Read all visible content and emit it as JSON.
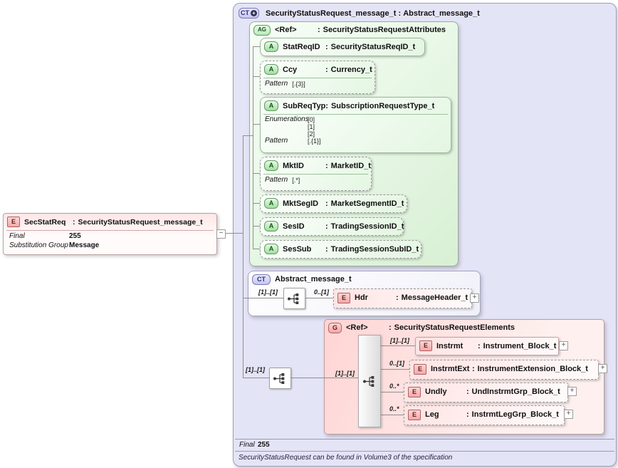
{
  "ui": {
    "colon": ":",
    "collapse_glyph": "−",
    "expand_glyph": "+",
    "plus_glyph": "+"
  },
  "badges": {
    "element": "E",
    "attribute": "A",
    "attribute_group": "AG",
    "complex_type": "CT",
    "group": "G"
  },
  "root_element": {
    "name": "SecStatReq",
    "type": "SecurityStatusRequest_message_t",
    "rows": [
      {
        "label": "Final",
        "value": "255"
      },
      {
        "label": "Substitution Group",
        "value": "Message"
      }
    ]
  },
  "complex_type": {
    "name": "SecurityStatusRequest_message_t",
    "base": "Abstract_message_t",
    "attribute_group": {
      "ref": "<Ref>",
      "type": "SecurityStatusRequestAttributes",
      "attributes": [
        {
          "name": "StatReqID",
          "type": "SecurityStatusReqID_t"
        },
        {
          "name": "Ccy",
          "type": "Currency_t",
          "pattern_label": "Pattern",
          "pattern": "[.{3}]"
        },
        {
          "name": "SubReqTyp",
          "type": "SubscriptionRequestType_t",
          "enum_label": "Enumerations",
          "enums": [
            "[0]",
            "[1]",
            "[2]"
          ],
          "pattern_label": "Pattern",
          "pattern": "[.{1}]"
        },
        {
          "name": "MktID",
          "type": "MarketID_t",
          "pattern_label": "Pattern",
          "pattern": "[.*]"
        },
        {
          "name": "MktSegID",
          "type": "MarketSegmentID_t"
        },
        {
          "name": "SesID",
          "type": "TradingSessionID_t"
        },
        {
          "name": "SesSub",
          "type": "TradingSessionSubID_t"
        }
      ]
    },
    "base_model": {
      "name": "Abstract_message_t",
      "cardinality": "[1]..[1]",
      "child": {
        "cardinality": "0..[1]",
        "name": "Hdr",
        "type": "MessageHeader_t"
      }
    },
    "elements_group": {
      "outer_cardinality": "[1]..[1]",
      "inner_cardinality": "[1]..[1]",
      "ref": "<Ref>",
      "type": "SecurityStatusRequestElements",
      "children": [
        {
          "cardinality": "[1]..[1]",
          "name": "Instrmt",
          "type": "Instrument_Block_t"
        },
        {
          "cardinality": "0..[1]",
          "name": "InstrmtExt",
          "type": "InstrumentExtension_Block_t"
        },
        {
          "cardinality": "0..*",
          "name": "Undly",
          "type": "UndInstrmtGrp_Block_t"
        },
        {
          "cardinality": "0..*",
          "name": "Leg",
          "type": "InstrmtLegGrp_Block_t"
        }
      ]
    },
    "footer": {
      "final_label": "Final",
      "final_value": "255",
      "note": "SecurityStatusRequest can be found in Volume3 of the specification"
    }
  }
}
